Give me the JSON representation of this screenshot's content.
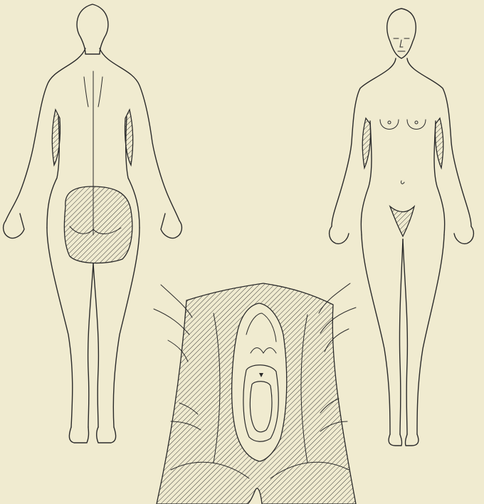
{
  "figure": {
    "background": "#f0ebd0",
    "ink": "#2a2a2a",
    "panels": [
      {
        "id": "back-view",
        "shaded_regions": [
          "upper-arm-left",
          "upper-arm-right",
          "buttocks"
        ]
      },
      {
        "id": "front-view",
        "shaded_regions": [
          "upper-arm-left",
          "upper-arm-right",
          "pubic-triangle"
        ]
      },
      {
        "id": "perineum-closeup",
        "shaded_regions": [
          "perineal-skin"
        ]
      }
    ]
  }
}
